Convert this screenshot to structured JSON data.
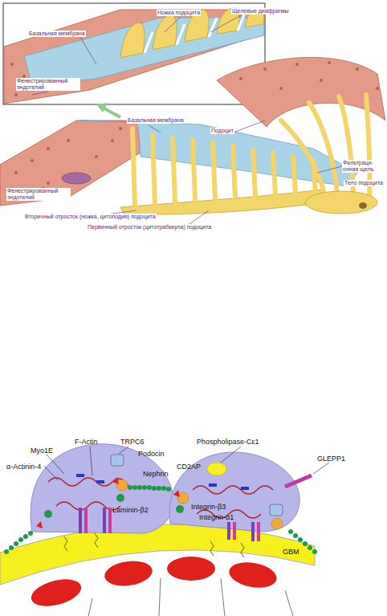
{
  "diagram": {
    "labels": [
      "Ножка подоцита",
      "Щелевые диафрагмы",
      "Базальная мембрана",
      "Фенестрированный эндотелий",
      "Базальная мембрана",
      "Подоцит",
      "Фенестрированный эндотелий",
      "Фильтраци- онная щель",
      "Тело подоцита",
      "Вторичный отросток (ножка, цитоподия) подоцита",
      "Первичный отросток (цитотрабекула) подоцита",
      "α-Actinin-4",
      "Myo1E",
      "F-Actin",
      "TRPC6",
      "Podocin",
      "Nephrin",
      "Phospholipase-Cε1",
      "CD2AP",
      "GLEPP1",
      "Laminin-β2",
      "Integrin-β3",
      "Integrin-α1",
      "GBM"
    ]
  }
}
